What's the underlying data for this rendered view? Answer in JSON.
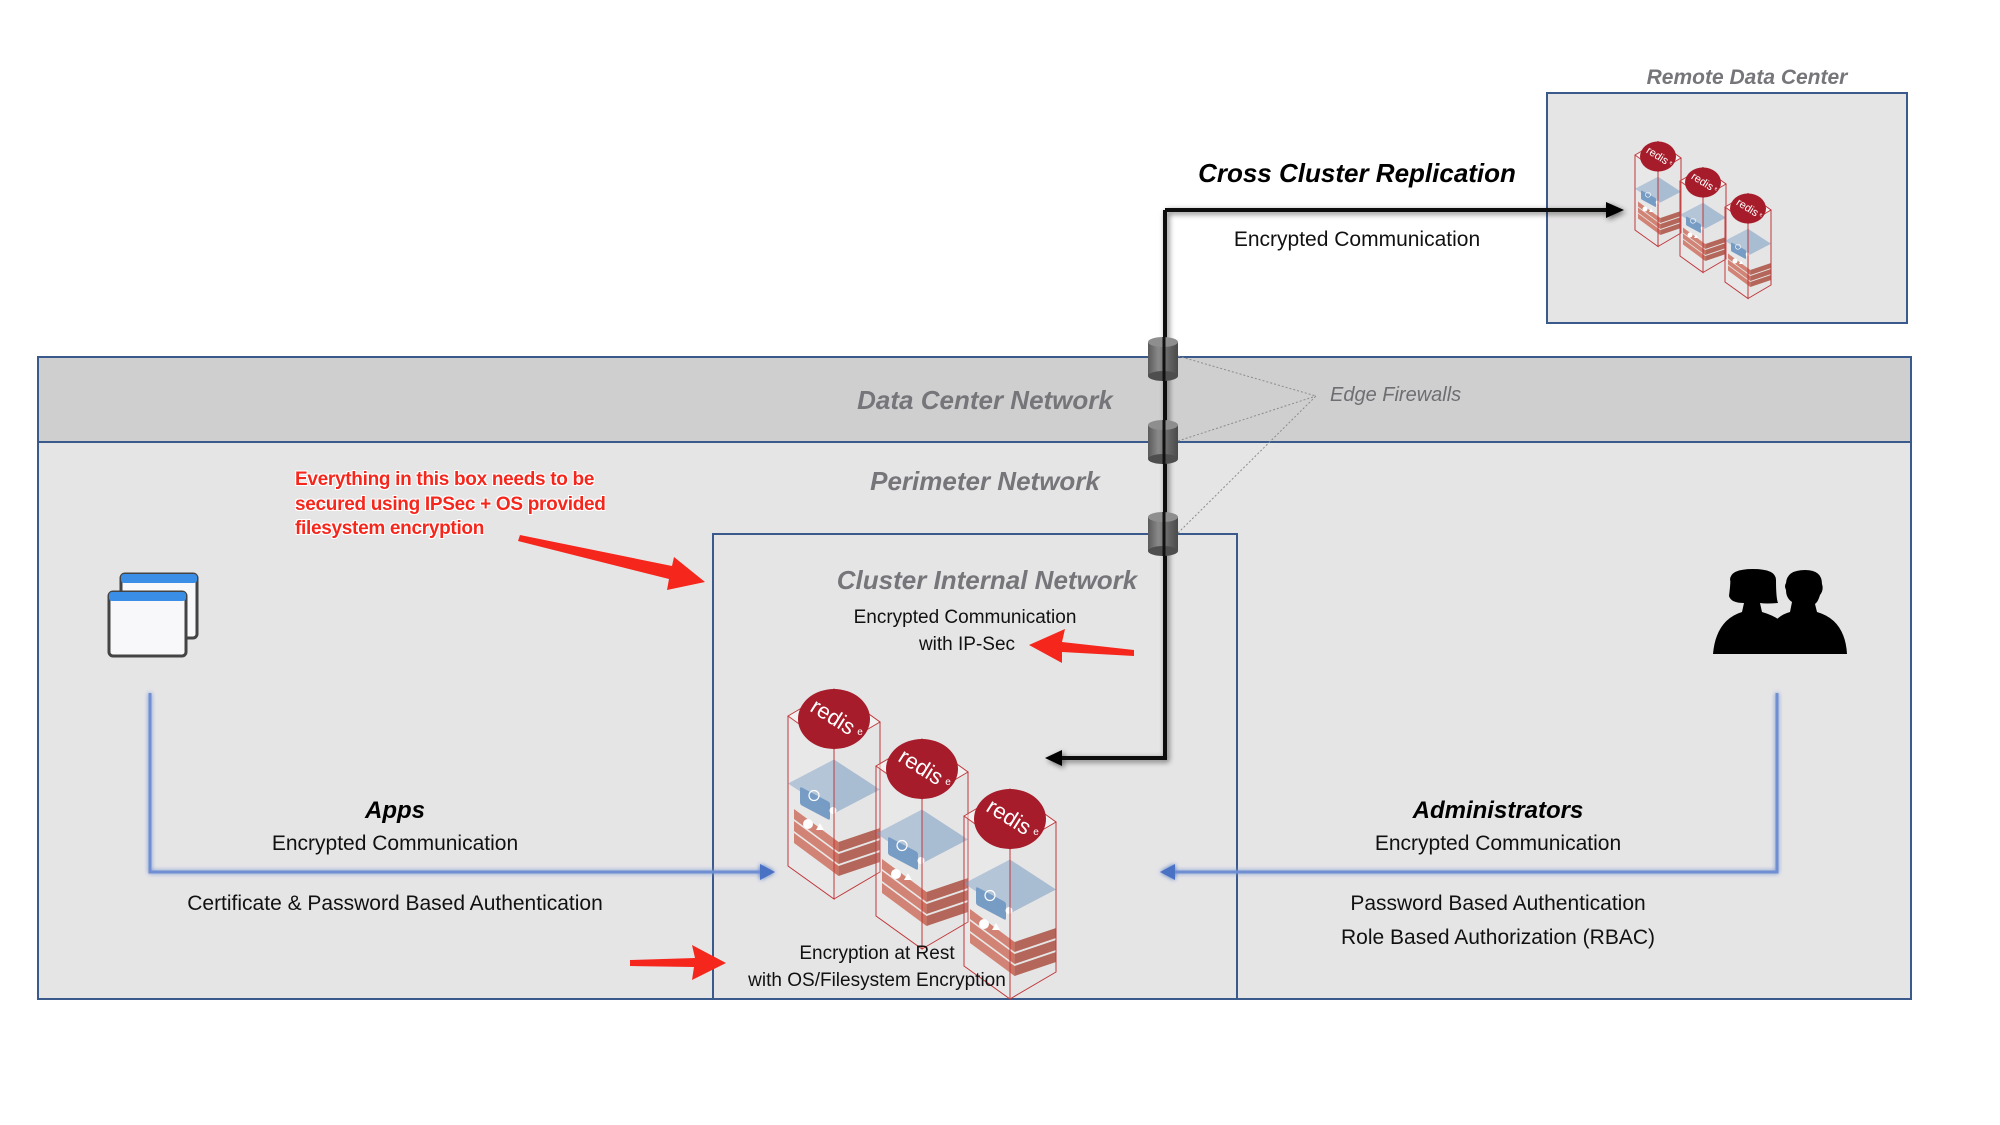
{
  "zones": {
    "remote_dc": "Remote Data Center",
    "data_center": "Data Center Network",
    "perimeter": "Perimeter Network",
    "cluster_internal": "Cluster Internal Network"
  },
  "replication": {
    "title": "Cross Cluster Replication",
    "subtitle": "Encrypted Communication"
  },
  "firewalls": {
    "label": "Edge Firewalls",
    "count": 3
  },
  "annotation": {
    "text": "Everything in this box needs to be\nsecured using IPSec + OS provided\nfilesystem encryption",
    "color": "#f5261c"
  },
  "cluster": {
    "comm_line1": "Encrypted Communication",
    "comm_line2": "with IP-Sec",
    "rest_line1": "Encryption at Rest",
    "rest_line2": "with OS/Filesystem Encryption",
    "node_logo": "redis",
    "node_logo_suffix": "e",
    "node_count": 3
  },
  "apps": {
    "title": "Apps",
    "comm": "Encrypted Communication",
    "auth": "Certificate & Password Based Authentication",
    "icon": "app-windows-icon"
  },
  "admins": {
    "title": "Administrators",
    "comm": "Encrypted Communication",
    "auth": "Password Based Authentication",
    "authz": "Role Based Authorization (RBAC)",
    "icon": "users-icon"
  },
  "colors": {
    "border": "#3b5a8c",
    "zone_fill": "#e6e5e6",
    "band_fill": "#d0cfd0",
    "flow_blue": "#4a72c4",
    "alert_red": "#f5261c",
    "redis_red": "#a61c2a",
    "node_blue": "#5f8bbb",
    "node_orange": "#c5604a"
  }
}
